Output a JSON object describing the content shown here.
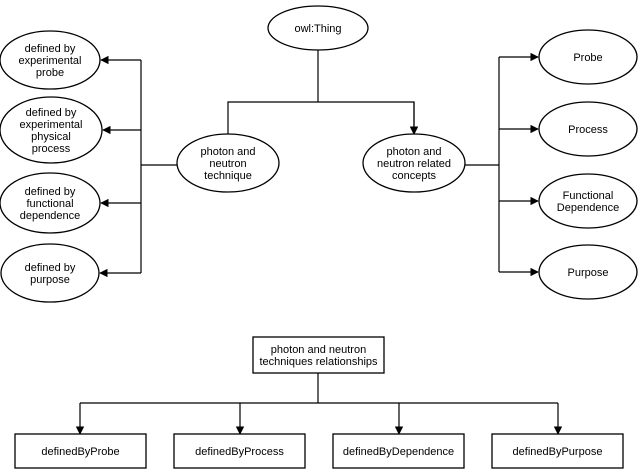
{
  "diagram": {
    "root": {
      "lines": [
        "owl:Thing"
      ]
    },
    "technique": {
      "lines": [
        "photon and",
        "neutron",
        "technique"
      ]
    },
    "concepts": {
      "lines": [
        "photon and",
        "neutron related",
        "concepts"
      ]
    },
    "left_nodes": [
      {
        "id": "probe",
        "lines": [
          "defined by",
          "experimental",
          "probe"
        ]
      },
      {
        "id": "process",
        "lines": [
          "defined by",
          "experimental",
          "physical",
          "process"
        ]
      },
      {
        "id": "dependence",
        "lines": [
          "defined by",
          "functional",
          "dependence"
        ]
      },
      {
        "id": "purpose",
        "lines": [
          "defined by",
          "purpose"
        ]
      }
    ],
    "right_nodes": [
      {
        "id": "probe",
        "lines": [
          "Probe"
        ]
      },
      {
        "id": "process",
        "lines": [
          "Process"
        ]
      },
      {
        "id": "dependence",
        "lines": [
          "Functional",
          "Dependence"
        ]
      },
      {
        "id": "purpose",
        "lines": [
          "Purpose"
        ]
      }
    ],
    "relationships": {
      "lines": [
        "photon and neutron",
        "techniques relationships"
      ]
    },
    "relations": [
      {
        "id": "probe",
        "lines": [
          "definedByProbe"
        ]
      },
      {
        "id": "process",
        "lines": [
          "definedByProcess"
        ]
      },
      {
        "id": "dependence",
        "lines": [
          "definedByDependence"
        ]
      },
      {
        "id": "purpose",
        "lines": [
          "definedByPurpose"
        ]
      }
    ]
  }
}
